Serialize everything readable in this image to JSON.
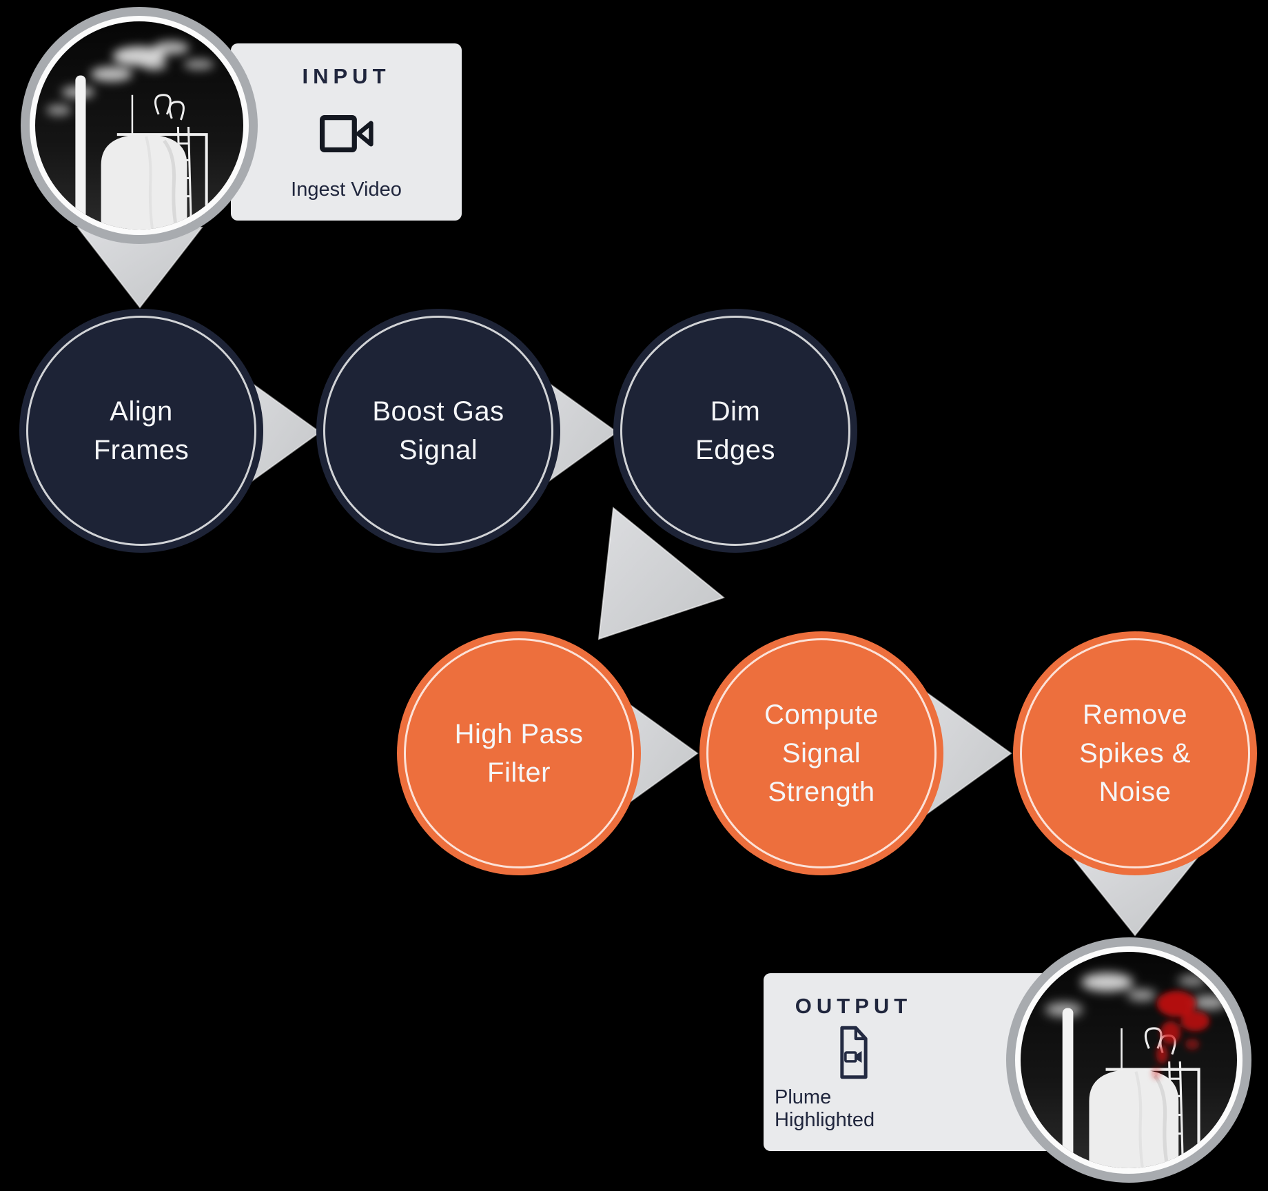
{
  "colors": {
    "bg": "#000000",
    "navy": "#1d2336",
    "orange": "#ed6f3d",
    "arrow": "#d3d5d6",
    "arrow-dark": "#c6c8ca",
    "box-bg": "#e9eaec",
    "text-dark": "#20263d",
    "text-light": "#f5f6f8",
    "ring-gray": "#a8abaf",
    "plume-red": "#c81414"
  },
  "input": {
    "title": "INPUT",
    "icon": "video-camera-icon",
    "caption": "Ingest Video",
    "photo": "thermal-video-frame-tank-scene"
  },
  "output": {
    "title": "OUTPUT",
    "icon": "video-document-icon",
    "caption": "Plume Highlighted",
    "photo": "thermal-video-frame-tank-scene-red-plume"
  },
  "steps": [
    {
      "label": "Align\nFrames",
      "color": "navy"
    },
    {
      "label": "Boost Gas\nSignal",
      "color": "navy"
    },
    {
      "label": "Dim\nEdges",
      "color": "navy"
    },
    {
      "label": "High Pass\nFilter",
      "color": "orange"
    },
    {
      "label": "Compute\nSignal\nStrength",
      "color": "orange"
    },
    {
      "label": "Remove\nSpikes &\nNoise",
      "color": "orange"
    }
  ]
}
